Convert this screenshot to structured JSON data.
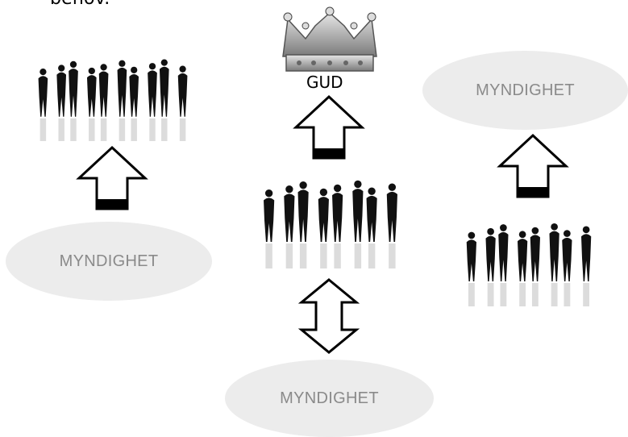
{
  "top_text": "behov.",
  "crown_label": "GUD",
  "ellipses": {
    "left": "MYNDIGHET",
    "right": "MYNDIGHET",
    "bottom": "MYNDIGHET"
  },
  "colors": {
    "ellipse_fill": "#ececec",
    "ellipse_text": "#8a8a8a",
    "arrow_stroke": "#000000",
    "silhouette": "#111111",
    "crown": "#b9b9b9"
  },
  "icons": [
    "crown-icon",
    "people-group-icon",
    "up-arrow-icon",
    "double-arrow-icon"
  ]
}
